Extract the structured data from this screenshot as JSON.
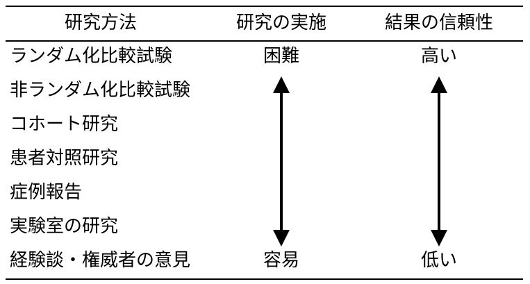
{
  "table": {
    "headers": {
      "method": "研究方法",
      "implementation": "研究の実施",
      "reliability": "結果の信頼性"
    },
    "rows": [
      "ランダム化比較試験",
      "非ランダム化比較試験",
      "コホート研究",
      "患者対照研究",
      "症例報告",
      "実験室の研究",
      "経験談・権威者の意見"
    ],
    "implementation_scale": {
      "top": "困難",
      "bottom": "容易"
    },
    "reliability_scale": {
      "top": "高い",
      "bottom": "低い"
    }
  }
}
